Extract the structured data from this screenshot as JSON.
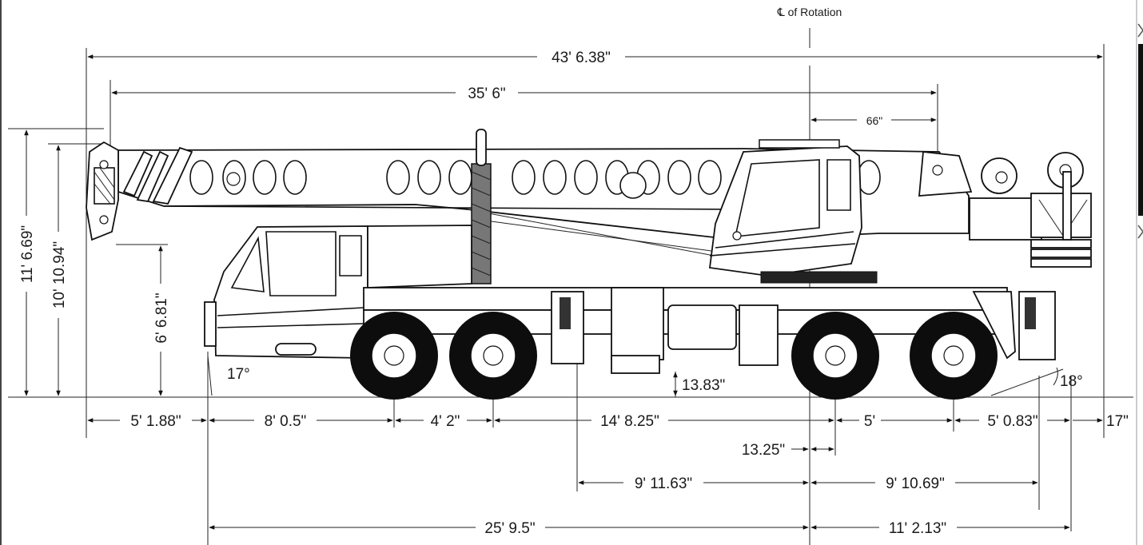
{
  "labels": {
    "centerline": "℄ of Rotation",
    "overall_length": "43' 6.38\"",
    "boom_length": "35' 6\"",
    "cl_to_boom": "66\"",
    "height_overall": "11' 6.69\"",
    "height_cab": "10' 10.94\"",
    "height_nose": "6' 6.81\"",
    "approach_angle": "17°",
    "departure_angle": "18°",
    "ground_clearance": "13.83\"",
    "seg_front_overhang": "5' 1.88\"",
    "seg_front_axle_spacing": "8' 0.5\"",
    "seg_axle_1_2": "4' 2\"",
    "seg_wheelbase_mid": "14' 8.25\"",
    "seg_rear_axle_spacing": "5'",
    "seg_rear_overhang": "5' 0.83\"",
    "seg_tail": "17\"",
    "cl_offset": "13.25\"",
    "outrigger_front_to_cl": "9' 11.63\"",
    "cl_to_outrigger_rear": "9' 10.69\"",
    "front_bumper_to_cl": "25' 9.5\"",
    "cl_to_rear": "11' 2.13\""
  },
  "colors": {
    "ink": "#111111",
    "paper": "#ffffff"
  }
}
